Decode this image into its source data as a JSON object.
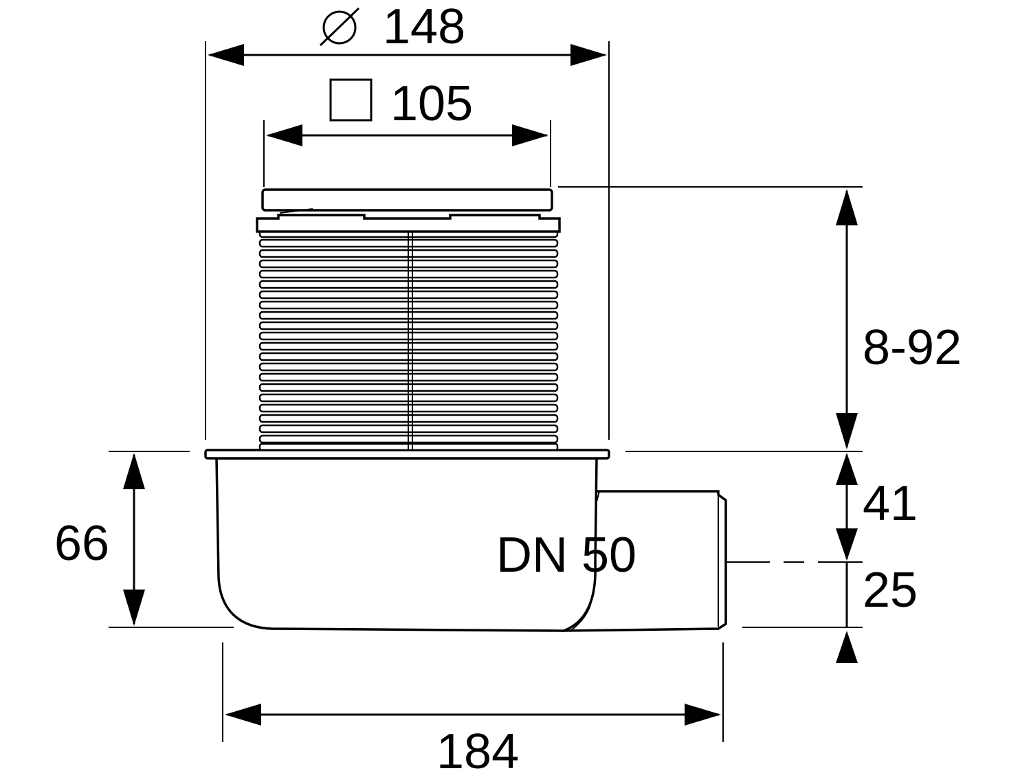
{
  "dimensions": {
    "diameter_symbol": "Ø",
    "diameter": "148",
    "square_size": "105",
    "height_range": "8-92",
    "upper_height": "41",
    "outlet_height": "25",
    "body_height": "66",
    "total_length": "184",
    "outlet_label": "DN 50"
  }
}
